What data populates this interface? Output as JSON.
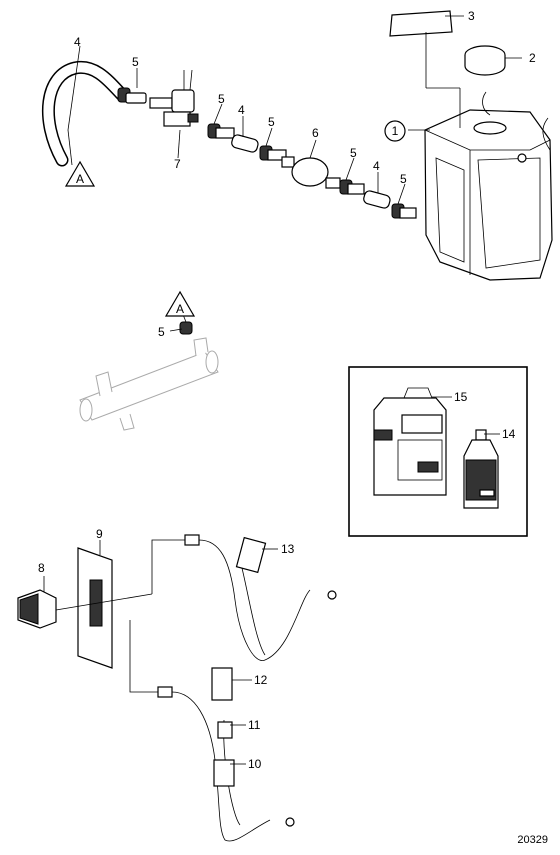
{
  "callouts": [
    {
      "id": "c1",
      "text": "1"
    },
    {
      "id": "c2",
      "text": "2"
    },
    {
      "id": "c3",
      "text": "3"
    },
    {
      "id": "c4a",
      "text": "4"
    },
    {
      "id": "c4b",
      "text": "4"
    },
    {
      "id": "c4c",
      "text": "4"
    },
    {
      "id": "c5a",
      "text": "5"
    },
    {
      "id": "c5b",
      "text": "5"
    },
    {
      "id": "c5c",
      "text": "5"
    },
    {
      "id": "c5d",
      "text": "5"
    },
    {
      "id": "c5e",
      "text": "5"
    },
    {
      "id": "c5f",
      "text": "5"
    },
    {
      "id": "c6",
      "text": "6"
    },
    {
      "id": "c7",
      "text": "7"
    },
    {
      "id": "c8",
      "text": "8"
    },
    {
      "id": "c9",
      "text": "9"
    },
    {
      "id": "c10",
      "text": "10"
    },
    {
      "id": "c11",
      "text": "11"
    },
    {
      "id": "c12",
      "text": "12"
    },
    {
      "id": "c13",
      "text": "13"
    },
    {
      "id": "c14",
      "text": "14"
    },
    {
      "id": "c15",
      "text": "15"
    }
  ],
  "markers": {
    "a1": "A",
    "a2": "A"
  },
  "figure_number": "20329"
}
